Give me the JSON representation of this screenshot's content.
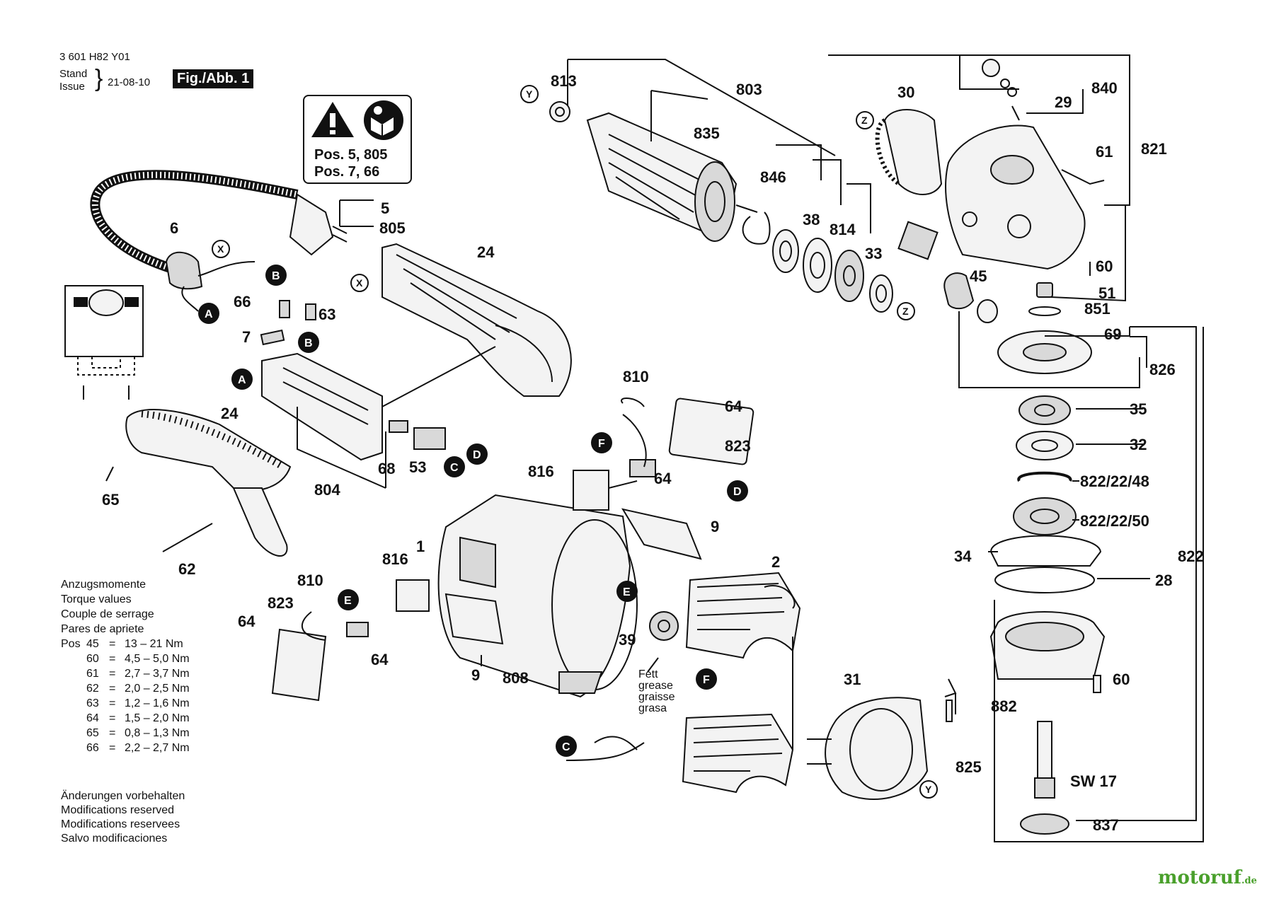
{
  "header": {
    "part_number": "3 601 H82 Y01",
    "stand_label": "Stand",
    "issue_label": "Issue",
    "date": "21-08-10",
    "figure_label": "Fig./Abb. 1"
  },
  "warning": {
    "line1": "Pos. 5, 805",
    "line2": "Pos. 7, 66",
    "warning_icon": "warning-triangle-icon",
    "manual_icon": "read-manual-icon"
  },
  "callouts": {
    "p813": "813",
    "p803": "803",
    "p30": "30",
    "p840": "840",
    "p29": "29",
    "p835": "835",
    "p821": "821",
    "p61": "61",
    "p846": "846",
    "p38": "38",
    "p814": "814",
    "p33": "33",
    "p5": "5",
    "p805": "805",
    "p6": "6",
    "p24a": "24",
    "p60a": "60",
    "p51": "51",
    "p851": "851",
    "p45": "45",
    "p66": "66",
    "p63": "63",
    "p7": "7",
    "p69": "69",
    "p826": "826",
    "p810a": "810",
    "p64a": "64",
    "p823a": "823",
    "p35": "35",
    "p24b": "24",
    "p32": "32",
    "p816a": "816",
    "p64b": "64",
    "p822_48": "822/22/48",
    "p68": "68",
    "p53": "53",
    "p804": "804",
    "p65": "65",
    "p9a": "9",
    "p822_50": "822/22/50",
    "p1": "1",
    "p2": "2",
    "p34": "34",
    "p822": "822",
    "p62": "62",
    "p816b": "816",
    "p810b": "810",
    "p823b": "823",
    "p28": "28",
    "p39": "39",
    "p64c": "64",
    "p64d": "64",
    "p9b": "9",
    "p808": "808",
    "p60b": "60",
    "p31": "31",
    "p882": "882",
    "p825": "825",
    "sw17": "SW 17",
    "p837": "837"
  },
  "grease": [
    "Fett",
    "grease",
    "graisse",
    "grasa"
  ],
  "connectors": {
    "A": "A",
    "B": "B",
    "C": "C",
    "D": "D",
    "E": "E",
    "F": "F",
    "X": "X",
    "Y": "Y",
    "Z": "Z"
  },
  "torque": {
    "headings": [
      "Anzugsmomente",
      "Torque values",
      "Couple de serrage",
      "Pares de apriete"
    ],
    "pos_label": "Pos",
    "rows": [
      {
        "pos": "45",
        "eq": "=",
        "val": "13 – 21 Nm"
      },
      {
        "pos": "60",
        "eq": "=",
        "val": "4,5 – 5,0 Nm"
      },
      {
        "pos": "61",
        "eq": "=",
        "val": "2,7 – 3,7 Nm"
      },
      {
        "pos": "62",
        "eq": "=",
        "val": "2,0 – 2,5 Nm"
      },
      {
        "pos": "63",
        "eq": "=",
        "val": "1,2 – 1,6 Nm"
      },
      {
        "pos": "64",
        "eq": "=",
        "val": "1,5 – 2,0 Nm"
      },
      {
        "pos": "65",
        "eq": "=",
        "val": "0,8 – 1,3 Nm"
      },
      {
        "pos": "66",
        "eq": "=",
        "val": "2,2 – 2,7 Nm"
      }
    ]
  },
  "modifications": [
    "Änderungen vorbehalten",
    "Modifications reserved",
    "Modifications reservees",
    "Salvo modificaciones"
  ],
  "watermark": {
    "name": "motoruf",
    "suffix": ".de"
  }
}
